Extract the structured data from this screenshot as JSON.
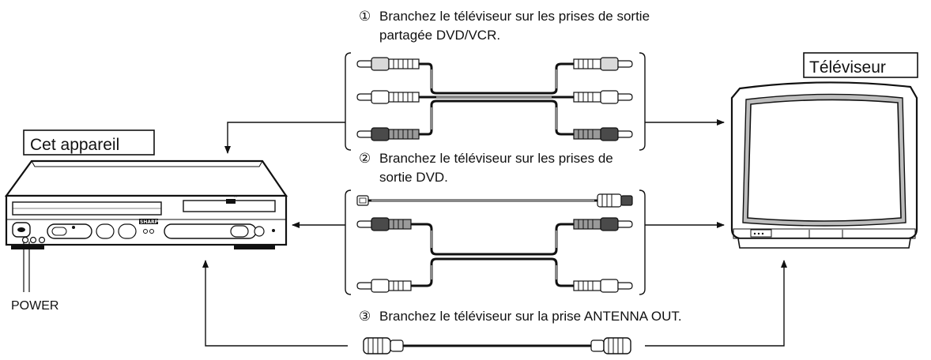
{
  "labels": {
    "device": "Cet appareil",
    "tv": "Téléviseur",
    "power": "POWER"
  },
  "device_brand": "SHARP",
  "steps": [
    {
      "number": "①",
      "lines": [
        "Branchez le téléviseur sur les prises de sortie",
        "partagée DVD/VCR."
      ]
    },
    {
      "number": "②",
      "lines": [
        "Branchez le téléviseur sur les prises de",
        "sortie DVD."
      ]
    },
    {
      "number": "③",
      "lines": [
        "Branchez le téléviseur sur la prise ANTENNA OUT."
      ]
    }
  ],
  "colors": {
    "line": "#111111",
    "plug_light": "#d9d9d9",
    "plug_mid": "#9a9a9a",
    "plug_dark": "#4a4a4a",
    "panel": "#ffffff",
    "screen_frame": "#bdbdbd"
  }
}
